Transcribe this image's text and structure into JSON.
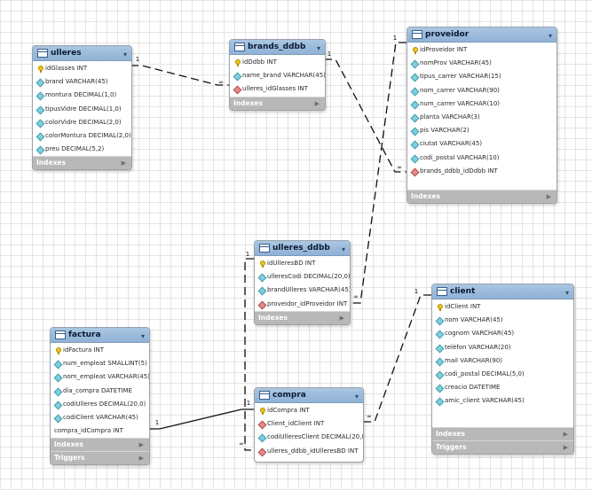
{
  "tables": [
    {
      "id": "ulleres",
      "title": "ulleres",
      "rows": [
        {
          "icon": "key",
          "text": "idGlasses INT"
        },
        {
          "icon": "col",
          "text": "brand VARCHAR(45)"
        },
        {
          "icon": "col",
          "text": "montura DECIMAL(1,0)"
        },
        {
          "icon": "col",
          "text": "tipusVidre DECIMAL(1,0)"
        },
        {
          "icon": "col",
          "text": "colorVidre DECIMAL(2,0)"
        },
        {
          "icon": "col",
          "text": "colorMontura DECIMAL(2,0)"
        },
        {
          "icon": "col",
          "text": "preu DECIMAL(5,2)"
        }
      ],
      "sections": [
        "Indexes"
      ]
    },
    {
      "id": "brands_ddbb",
      "title": "brands_ddbb",
      "rows": [
        {
          "icon": "key",
          "text": "idDdbb INT"
        },
        {
          "icon": "col",
          "text": "name_brand VARCHAR(45)"
        },
        {
          "icon": "fk",
          "text": "ulleres_idGlasses INT"
        }
      ],
      "sections": [
        "Indexes"
      ]
    },
    {
      "id": "proveidor",
      "title": "proveidor",
      "rows": [
        {
          "icon": "key",
          "text": "idProveidor INT"
        },
        {
          "icon": "col",
          "text": "nomProv VARCHAR(45)"
        },
        {
          "icon": "col",
          "text": "tipus_carrer VARCHAR(15)"
        },
        {
          "icon": "col",
          "text": "nom_carrer VARCHAR(90)"
        },
        {
          "icon": "col",
          "text": "num_carrer VARCHAR(10)"
        },
        {
          "icon": "col",
          "text": "planta VARCHAR(3)"
        },
        {
          "icon": "col",
          "text": "pis VARCHAR(2)"
        },
        {
          "icon": "col",
          "text": "ciutat VARCHAR(45)"
        },
        {
          "icon": "col",
          "text": "codi_postal VARCHAR(10)"
        },
        {
          "icon": "fk",
          "text": "brands_ddbb_idDdbb INT"
        }
      ],
      "sections": [
        "Indexes"
      ]
    },
    {
      "id": "ulleres_ddbb",
      "title": "ulleres_ddbb",
      "rows": [
        {
          "icon": "key",
          "text": "idUlleresBD INT"
        },
        {
          "icon": "col",
          "text": "ulleresCodi DECIMAL(20,0)"
        },
        {
          "icon": "col",
          "text": "brandUlleres VARCHAR(45)"
        },
        {
          "icon": "fk",
          "text": "proveidor_idProveidor INT"
        }
      ],
      "sections": [
        "Indexes"
      ]
    },
    {
      "id": "client",
      "title": "client",
      "rows": [
        {
          "icon": "key",
          "text": "idClient INT"
        },
        {
          "icon": "col",
          "text": "nom VARCHAR(45)"
        },
        {
          "icon": "col",
          "text": "cognom VARCHAR(45)"
        },
        {
          "icon": "col",
          "text": "telèfon VARCHAR(20)"
        },
        {
          "icon": "col",
          "text": "mail VARCHAR(90)"
        },
        {
          "icon": "col",
          "text": "codi_postal DECIMAL(5,0)"
        },
        {
          "icon": "col",
          "text": "creacio DATETIME"
        },
        {
          "icon": "col",
          "text": "amic_client VARCHAR(45)"
        }
      ],
      "sections": [
        "Indexes",
        "Triggers"
      ]
    },
    {
      "id": "factura",
      "title": "factura",
      "rows": [
        {
          "icon": "key",
          "text": "idFactura INT"
        },
        {
          "icon": "col",
          "text": "num_empleat SMALLINT(5)"
        },
        {
          "icon": "col",
          "text": "nom_empleat VARCHAR(45)"
        },
        {
          "icon": "col",
          "text": "dia_compra DATETIME"
        },
        {
          "icon": "col",
          "text": "codiUlleres DECIMAL(20,0)"
        },
        {
          "icon": "col",
          "text": "codiClient VARCHAR(45)"
        },
        {
          "icon": "none",
          "text": "compra_idCompra INT"
        }
      ],
      "sections": [
        "Indexes",
        "Triggers"
      ]
    },
    {
      "id": "compra",
      "title": "compra",
      "rows": [
        {
          "icon": "key",
          "text": "idCompra INT"
        },
        {
          "icon": "fk",
          "text": "Client_idClient INT"
        },
        {
          "icon": "col",
          "text": "codiUlleresClient DECIMAL(20,0)"
        },
        {
          "icon": "fk",
          "text": "ulleres_ddbb_idUlleresBD INT"
        }
      ],
      "sections": []
    }
  ],
  "cardinalities": {
    "one": "1",
    "many": "∞"
  }
}
